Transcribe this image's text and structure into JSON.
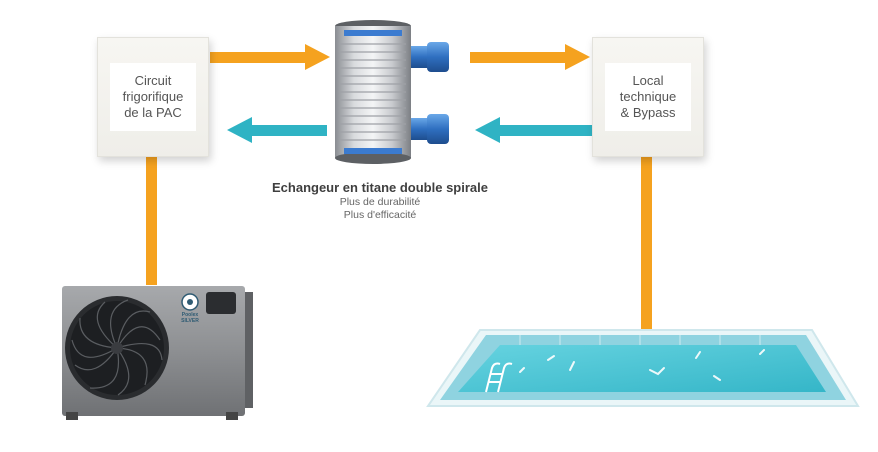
{
  "boxes": {
    "left": {
      "label": "Circuit\nfrigorifique\nde la PAC"
    },
    "right": {
      "label": "Local\ntechnique\n& Bypass"
    }
  },
  "exchanger": {
    "title": "Echangeur en titane double spirale",
    "line1": "Plus de durabilité",
    "line2": "Plus d'efficacité"
  },
  "heat_pump": {
    "brand_line1": "Poolex",
    "brand_line2": "SILVER"
  },
  "colors": {
    "orange": "#f5a21f",
    "teal": "#2fb3c4",
    "water": "#49c5d5",
    "pool_tile": "#8fd3e0",
    "blue_connector": "#2f6fc0",
    "unit_body": "#8d8f92"
  },
  "icons": {
    "arrow_right": "arrow-right-icon",
    "arrow_left": "arrow-left-icon",
    "fan": "fan-icon"
  }
}
